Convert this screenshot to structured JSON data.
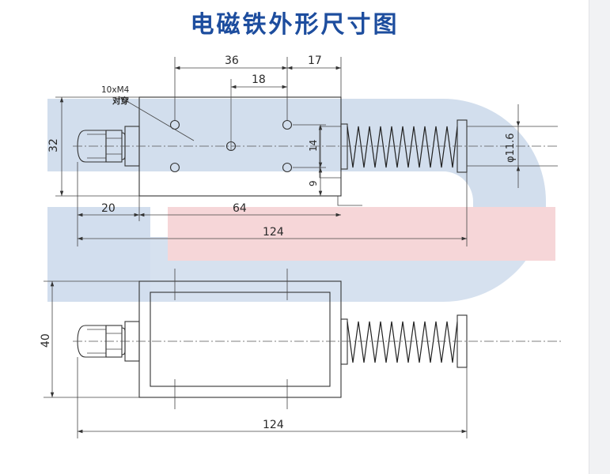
{
  "title": "电磁铁外形尺寸图",
  "colors": {
    "title": "#1d4d9e",
    "watermark_blue": "#d2deed",
    "watermark_red": "#f6d6d8",
    "line": "#333333"
  },
  "top_view": {
    "hole_note": "10xM4",
    "hole_note_sub": "对穿",
    "dims": {
      "d36": "36",
      "d17": "17",
      "d18": "18",
      "d32": "32",
      "d14": "14",
      "d9": "9",
      "d20": "20",
      "d64": "64",
      "d124": "124",
      "d_spring": "φ11.6"
    }
  },
  "side_view": {
    "dims": {
      "d40": "40",
      "d124": "124"
    }
  }
}
